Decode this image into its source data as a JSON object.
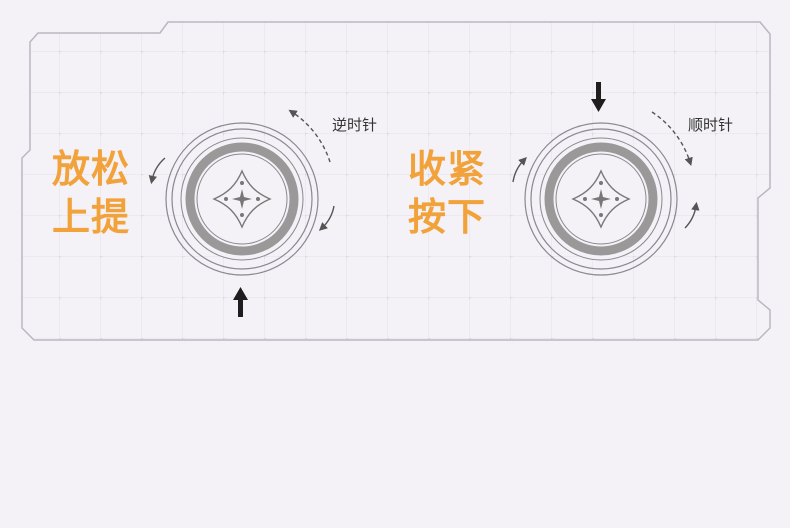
{
  "left_panel": {
    "line1": "放松",
    "line2": "上提",
    "direction": "逆时针"
  },
  "right_panel": {
    "line1": "收紧",
    "line2": "按下",
    "direction": "顺时针"
  },
  "colors": {
    "accent": "#f2a23a",
    "outline": "#b9b7c0",
    "knob_ring": "#9a9898",
    "arrow": "#1e1e1e"
  }
}
